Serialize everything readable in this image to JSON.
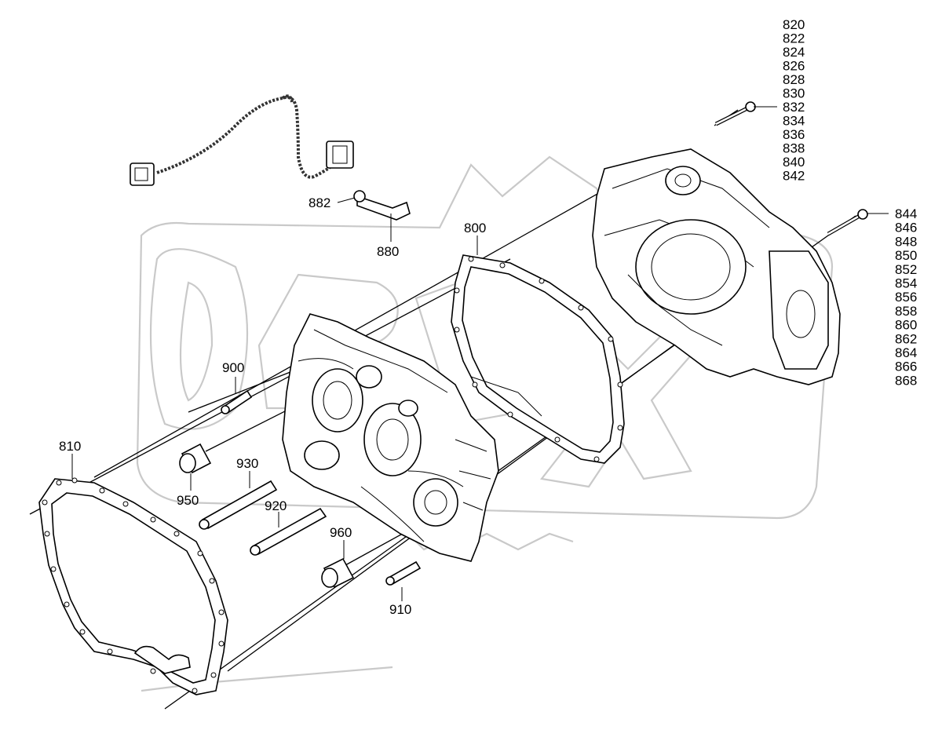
{
  "callouts": {
    "c800": "800",
    "c810": "810",
    "c880": "880",
    "c882": "882",
    "c900": "900",
    "c910": "910",
    "c920": "920",
    "c930": "930",
    "c950": "950",
    "c960": "960"
  },
  "bolt_group_upper": [
    "820",
    "822",
    "824",
    "826",
    "828",
    "830",
    "832",
    "834",
    "836",
    "838",
    "840",
    "842"
  ],
  "bolt_group_lower": [
    "844",
    "846",
    "848",
    "850",
    "852",
    "854",
    "856",
    "858",
    "860",
    "862",
    "864",
    "866",
    "868"
  ],
  "watermark_icon": "gear-logo-icon",
  "colors": {
    "line": "#000000",
    "watermark": "#c9c9c9",
    "background": "#ffffff"
  }
}
